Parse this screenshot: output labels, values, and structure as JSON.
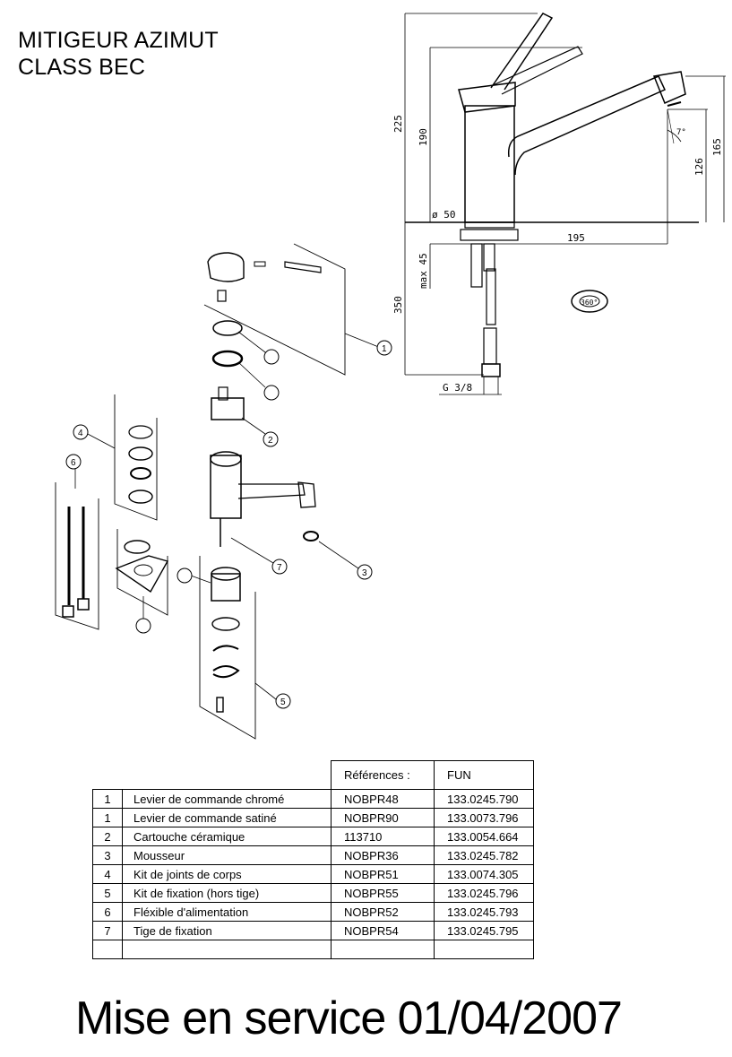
{
  "title": {
    "line1": "MITIGEUR AZIMUT",
    "line2": "CLASS BEC"
  },
  "dimensions": {
    "d225": "225",
    "d190": "190",
    "diam50": "ø 50",
    "d195": "195",
    "max45": "max 45",
    "d350": "350",
    "g38": "G 3/8",
    "d126": "126",
    "d165": "165",
    "angle": "7°",
    "rotation": "360°"
  },
  "callouts": [
    "1",
    "2",
    "3",
    "4",
    "5",
    "6",
    "7"
  ],
  "table": {
    "headers": {
      "ref": "Références :",
      "fun": "FUN"
    },
    "rows": [
      {
        "num": "1",
        "desc": "Levier de commande chromé",
        "ref": "NOBPR48",
        "fun": "133.0245.790"
      },
      {
        "num": "1",
        "desc": "Levier de commande satiné",
        "ref": "NOBPR90",
        "fun": "133.0073.796"
      },
      {
        "num": "2",
        "desc": "Cartouche céramique",
        "ref": "113710",
        "fun": "133.0054.664"
      },
      {
        "num": "3",
        "desc": "Mousseur",
        "ref": "NOBPR36",
        "fun": "133.0245.782"
      },
      {
        "num": "4",
        "desc": "Kit de joints de corps",
        "ref": "NOBPR51",
        "fun": "133.0074.305"
      },
      {
        "num": "5",
        "desc": "Kit de fixation (hors tige)",
        "ref": "NOBPR55",
        "fun": "133.0245.796"
      },
      {
        "num": "6",
        "desc": "Fléxible d'alimentation",
        "ref": "NOBPR52",
        "fun": "133.0245.793"
      },
      {
        "num": "7",
        "desc": "Tige de fixation",
        "ref": "NOBPR54",
        "fun": "133.0245.795"
      },
      {
        "num": "",
        "desc": "",
        "ref": "",
        "fun": ""
      }
    ]
  },
  "footer": "Mise en service 01/04/2007"
}
